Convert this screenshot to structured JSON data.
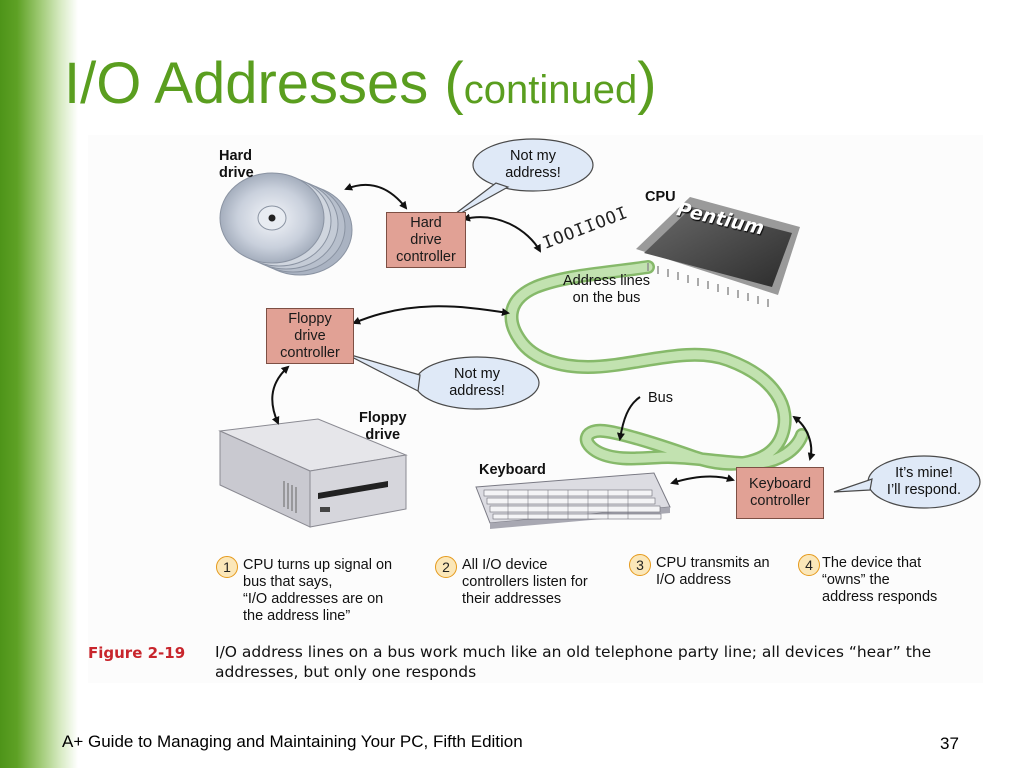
{
  "slide": {
    "title_main": "I/O Addresses (",
    "title_small": "continued",
    "title_close": ")",
    "footer": "A+ Guide to Managing and Maintaining Your PC, Fifth Edition",
    "page_number": "37"
  },
  "diagram": {
    "labels": {
      "hard_drive": "Hard\ndrive",
      "cpu": "CPU",
      "cpu_chip": "Pentium",
      "bits": "IOOIIOOI",
      "address_lines": "Address lines\non the bus",
      "floppy_drive": "Floppy\ndrive",
      "bus": "Bus",
      "keyboard": "Keyboard"
    },
    "controllers": {
      "hard_drive": "Hard\ndrive\ncontroller",
      "floppy": "Floppy\ndrive\ncontroller",
      "keyboard": "Keyboard\ncontroller"
    },
    "bubbles": {
      "hard_drive": "Not my\naddress!",
      "floppy": "Not my\naddress!",
      "keyboard": "It’s mine!\nI’ll respond."
    },
    "steps": [
      {
        "num": "1",
        "text": "CPU turns up signal on\nbus that says,\n“I/O addresses are on\nthe address line”"
      },
      {
        "num": "2",
        "text": "All I/O device\ncontrollers listen for\ntheir addresses"
      },
      {
        "num": "3",
        "text": "CPU transmits an\nI/O address"
      },
      {
        "num": "4",
        "text": "The device that\n“owns” the\naddress responds"
      }
    ],
    "figure_label": "Figure 2-19",
    "figure_caption": "I/O address lines on a bus work much like an old telephone party line; all devices “hear” the addresses, but only one responds"
  },
  "colors": {
    "title_green": "#5a9e1f",
    "bus_green": "#b6dca0",
    "controller_fill": "#e1a195",
    "bubble_fill": "#dfe9f7",
    "step_circle": "#fbe7b9",
    "figure_label_red": "#c8252c"
  },
  "icons": [
    "hard-drive-icon",
    "cpu-chip-icon",
    "floppy-drive-icon",
    "keyboard-icon"
  ]
}
